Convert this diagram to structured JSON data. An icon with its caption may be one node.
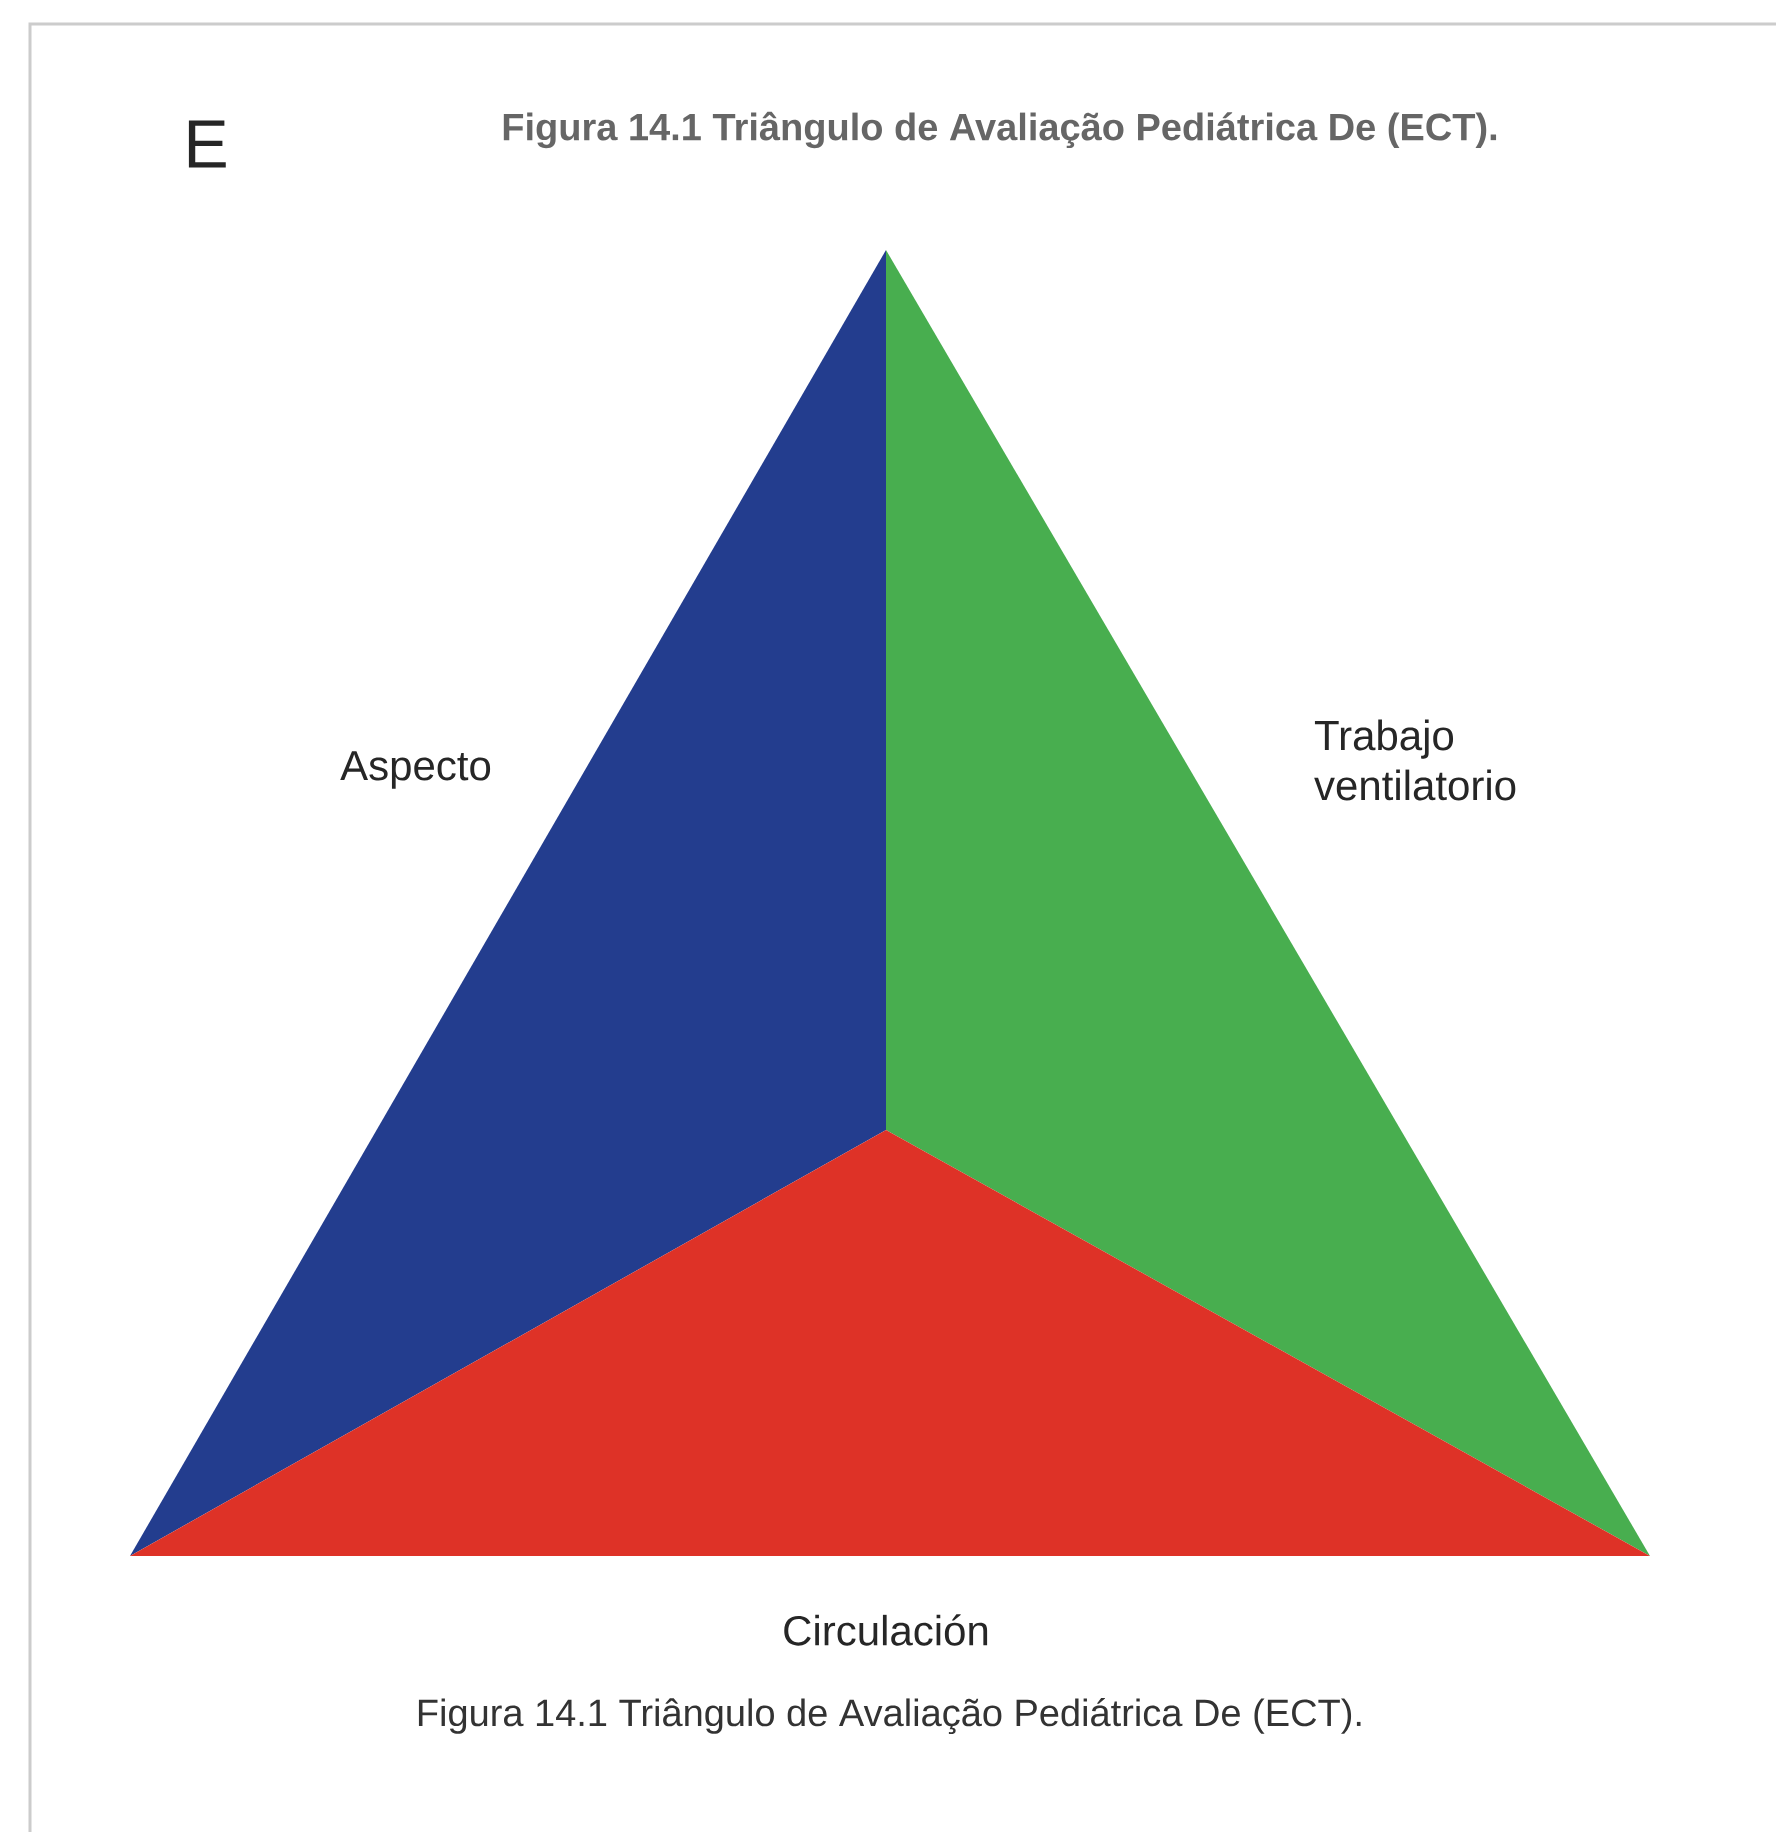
{
  "diagram": {
    "title": "Figura 14.1 Triângulo de Avaliação Pediátrica De (ECT).",
    "caption": "Figura 14.1 Triângulo de Avaliação Pediátrica De (ECT).",
    "nodes": [
      {
        "text": [
          "Aspecto"
        ]
      },
      {
        "text": [
          "Trabajo ventilatorio"
        ]
      },
      {
        "text": [
          "Circulación"
        ]
      }
    ],
    "labels": [
      "E"
    ]
  }
}
